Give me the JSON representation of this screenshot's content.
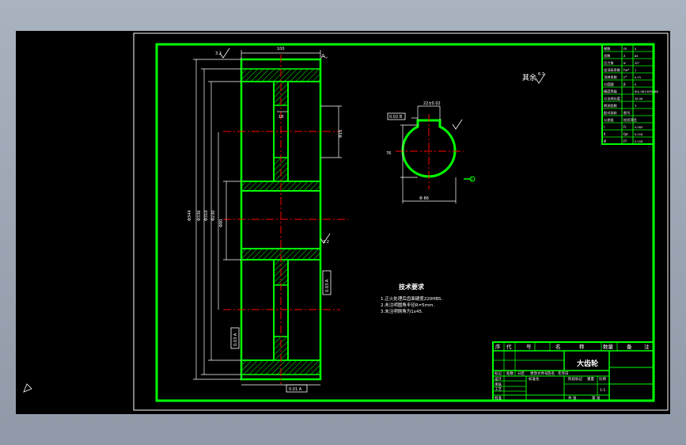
{
  "colors": {
    "background": "#000000",
    "frame": "#00ff00",
    "sheet_border": "#ffffff",
    "text": "#ffffff",
    "centerline": "#ff0000",
    "section": "#00ff00"
  },
  "ucs_icon": "ucs-icon",
  "drawing": {
    "top_roughness": "3.2",
    "face_roughness": "3.2",
    "other_roughness_label": "其余",
    "other_roughness_value": "6.3",
    "tolerance_bottom": "0.01 A",
    "tolerance_side": "0.03 A",
    "tolerance_hub": "0.03 A",
    "tolerance_keyway": "0.02 B",
    "datum_label": "B"
  },
  "tech_requirements": {
    "title": "技术要求",
    "items": [
      "1.正火处理后齿面硬度220HBS.",
      "2.未注明圆角半径R=5mm.",
      "3.未注明倒角为1x45."
    ]
  },
  "param_table": {
    "rows": [
      [
        "模数",
        "m",
        "4"
      ],
      [
        "齿数",
        "z",
        "84"
      ],
      [
        "压力角",
        "α",
        "20°"
      ],
      [
        "齿顶高系数",
        "ha*",
        "1"
      ],
      [
        "顶隙系数",
        "c*",
        "0.25"
      ],
      [
        "分度圆",
        "β",
        "0"
      ],
      [
        "精度等级",
        "",
        "8GJ GB10095-88"
      ],
      [
        "公法线长度",
        "",
        "28.56"
      ],
      [
        "跨测齿数",
        "",
        "3"
      ],
      [
        "配对齿轮",
        "图号",
        ""
      ],
      [
        "公差组",
        "检验项目",
        ""
      ],
      [
        "Ⅰ",
        "Fr",
        "0.063"
      ],
      [
        "Ⅱ",
        "fpt",
        "0.018"
      ],
      [
        "Ⅲ",
        "Ff",
        "0.028"
      ]
    ]
  },
  "title_block": {
    "header": [
      "序",
      "代",
      "号",
      "名",
      "称",
      "数量",
      "备",
      "注"
    ],
    "part_name": "大齿轮",
    "design_row": [
      "标记",
      "处数",
      "分区",
      "更改文件号",
      "签名",
      "年月日"
    ],
    "rows": [
      "设计",
      "审核",
      "工艺",
      "批准"
    ],
    "std_label": "标准化",
    "stage_label": "阶段标记",
    "weight_label": "重量",
    "scale_label": "比例",
    "scale_value": "1:1",
    "sheet_label": "共  张",
    "page_label": "第  张"
  }
}
